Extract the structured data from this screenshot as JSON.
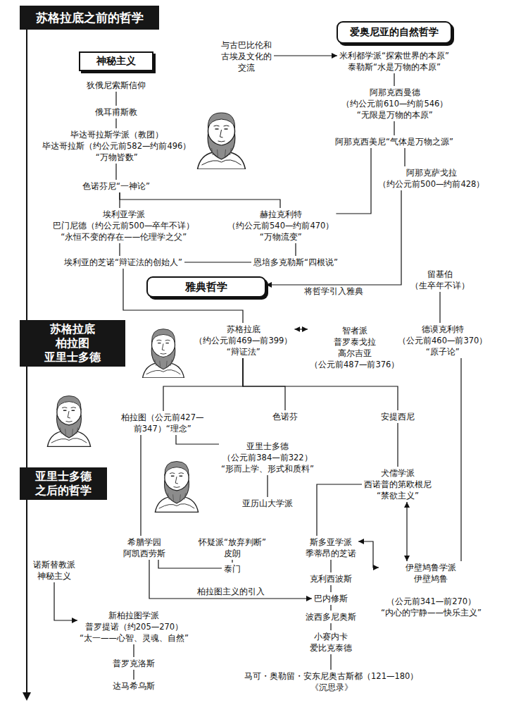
{
  "diagram": {
    "nodes": [
      {
        "text": [
          "苏格拉底之前的哲学"
        ]
      },
      {
        "text": [
          "与古巴比伦和 古埃及文化的 交流"
        ]
      },
      {
        "text": [
          "爱奥尼亚的自然哲学"
        ]
      },
      {
        "text": [
          "米利都学派“探索世界的本原” 泰勒斯“水是万物的本原”"
        ]
      },
      {
        "text": [
          "神秘主义"
        ]
      },
      {
        "text": [
          "狄俄尼索斯信仰"
        ]
      },
      {
        "text": [
          "俄耳甫斯教"
        ]
      },
      {
        "text": [
          "毕达哥拉斯学派（教团） 毕达哥拉斯（约公元前582—约前496） “万物皆数”"
        ]
      },
      {
        "text": [
          "阿那克西曼德 （约公元前610—约前546） “无限是万物的本原”"
        ]
      },
      {
        "text": [
          "阿那克西美尼“气体是万物之源”"
        ]
      },
      {
        "text": [
          "阿那克萨戈拉 （约公元前500—约前428）"
        ]
      },
      {
        "text": [
          "色诺芬尼“一神论”"
        ]
      },
      {
        "text": [
          "埃利亚学派 巴门尼德（约公元前500—卒年不详） “永恒不变的存在——伦理学之父”"
        ]
      },
      {
        "text": [
          "赫拉克利特 （约公元前540—约前470） “万物流变”"
        ]
      },
      {
        "text": [
          "埃利亚的芝诺“辩证法的创始人”"
        ]
      },
      {
        "text": [
          "恩培多克勒斯“四根说”"
        ]
      },
      {
        "text": [
          "雅典哲学"
        ]
      },
      {
        "text": [
          "留基伯 （生卒年不详）"
        ]
      },
      {
        "text": [
          "苏格拉底 柏拉图 亚里士多德"
        ]
      },
      {
        "text": [
          "苏格拉底 （约公元前469—前399） “辩证法”"
        ]
      },
      {
        "text": [
          "智者派 普罗泰戈拉 高尔吉亚 （公元前487—前376）"
        ]
      },
      {
        "text": [
          "德谟克利特 （公元前460—前370） “原子论”"
        ]
      },
      {
        "text": [
          "柏拉图（公元前427— 前347）“理念”"
        ]
      },
      {
        "text": [
          "色诺芬"
        ]
      },
      {
        "text": [
          "安提西尼"
        ]
      },
      {
        "text": [
          "亚里士多德 （公元前384—前322） “形而上学、形式和质料”"
        ]
      },
      {
        "text": [
          "亚里士多德 之后的哲学"
        ]
      },
      {
        "text": [
          "犬儒学派 西诺普的第欧根尼 “禁欲主义”"
        ]
      },
      {
        "text": [
          "亚历山大学派"
        ]
      },
      {
        "text": [
          "希腊学园 阿凯西劳斯"
        ]
      },
      {
        "text": [
          "怀疑派“放弃判断” 皮朗"
        ]
      },
      {
        "text": [
          "斯多亚学派 季蒂昂的芝诺"
        ]
      },
      {
        "text": [
          "伊壁鸠鲁学派 伊壁鸠鲁",
          "（公元前341—前270） “内心的宁静——快乐主义”"
        ]
      },
      {
        "text": [
          "诺斯替教派 神秘主义"
        ]
      },
      {
        "text": [
          "泰门"
        ]
      },
      {
        "text": [
          "克利西波斯"
        ]
      },
      {
        "text": [
          "巴内修斯"
        ]
      },
      {
        "text": [
          "新柏拉图学派 普罗提诺（约205—270） “太一——心智、灵魂、自然”"
        ]
      },
      {
        "text": [
          "波西多尼奥斯"
        ]
      },
      {
        "text": [
          "小赛内卡 爱比克泰德"
        ]
      },
      {
        "text": [
          "普罗克洛斯"
        ]
      },
      {
        "text": [
          "马可・奥勒留・安东尼奥古斯都（121—180） 《沉思录》"
        ]
      },
      {
        "text": [
          "达马希乌斯"
        ]
      }
    ],
    "edges": [
      {
        "from": 1,
        "to": 3,
        "arrow": "to"
      },
      {
        "from": 3,
        "to": 8,
        "arrow": "none"
      },
      {
        "from": 8,
        "to": 9,
        "arrow": "none"
      },
      {
        "from": 9,
        "to": 10,
        "arrow": "none"
      },
      {
        "from": 9,
        "to": 13,
        "arrow": "none"
      },
      {
        "from": 5,
        "to": 6,
        "arrow": "none"
      },
      {
        "from": 6,
        "to": 7,
        "arrow": "none"
      },
      {
        "from": 7,
        "to": 11,
        "arrow": "none"
      },
      {
        "from": 11,
        "to": 12,
        "arrow": "none"
      },
      {
        "from": 11,
        "to": 13,
        "arrow": "none"
      },
      {
        "from": 12,
        "to": 14,
        "arrow": "none"
      },
      {
        "from": 13,
        "to": 15,
        "arrow": "none"
      },
      {
        "from": 14,
        "to": 15,
        "arrow": "none"
      },
      {
        "from": 10,
        "to": 16,
        "label": "将哲学引入雅典",
        "arrow": "to"
      },
      {
        "from": 14,
        "to": 19,
        "arrow": "none"
      },
      {
        "from": 17,
        "to": 21,
        "arrow": "none"
      },
      {
        "from": 19,
        "to": 20,
        "arrow": "both"
      },
      {
        "from": 19,
        "to": 22,
        "arrow": "none"
      },
      {
        "from": 19,
        "to": 23,
        "arrow": "none"
      },
      {
        "from": 19,
        "to": 24,
        "arrow": "none"
      },
      {
        "from": 22,
        "to": 25,
        "arrow": "none"
      },
      {
        "from": 25,
        "to": 28,
        "arrow": "none"
      },
      {
        "from": 22,
        "to": 29,
        "arrow": "none"
      },
      {
        "from": 24,
        "to": 27,
        "arrow": "none"
      },
      {
        "from": 21,
        "to": 32,
        "arrow": "none"
      },
      {
        "from": 27,
        "to": 32,
        "arrow": "both"
      },
      {
        "from": 27,
        "to": 31,
        "arrow": "none"
      },
      {
        "from": 31,
        "to": 32,
        "arrow": "both"
      },
      {
        "from": 30,
        "to": 34,
        "arrow": "none"
      },
      {
        "from": 29,
        "to": 34,
        "arrow": "none"
      },
      {
        "from": 29,
        "to": 36,
        "label": "柏拉图主义的引入",
        "arrow": "to"
      },
      {
        "from": 31,
        "to": 35,
        "arrow": "none"
      },
      {
        "from": 35,
        "to": 36,
        "arrow": "none"
      },
      {
        "from": 36,
        "to": 38,
        "arrow": "none"
      },
      {
        "from": 38,
        "to": 39,
        "arrow": "none"
      },
      {
        "from": 39,
        "to": 41,
        "arrow": "none"
      },
      {
        "from": 33,
        "to": 37,
        "arrow": "to"
      },
      {
        "from": 37,
        "to": 40,
        "arrow": "none"
      },
      {
        "from": 40,
        "to": 42,
        "arrow": "none"
      }
    ]
  }
}
